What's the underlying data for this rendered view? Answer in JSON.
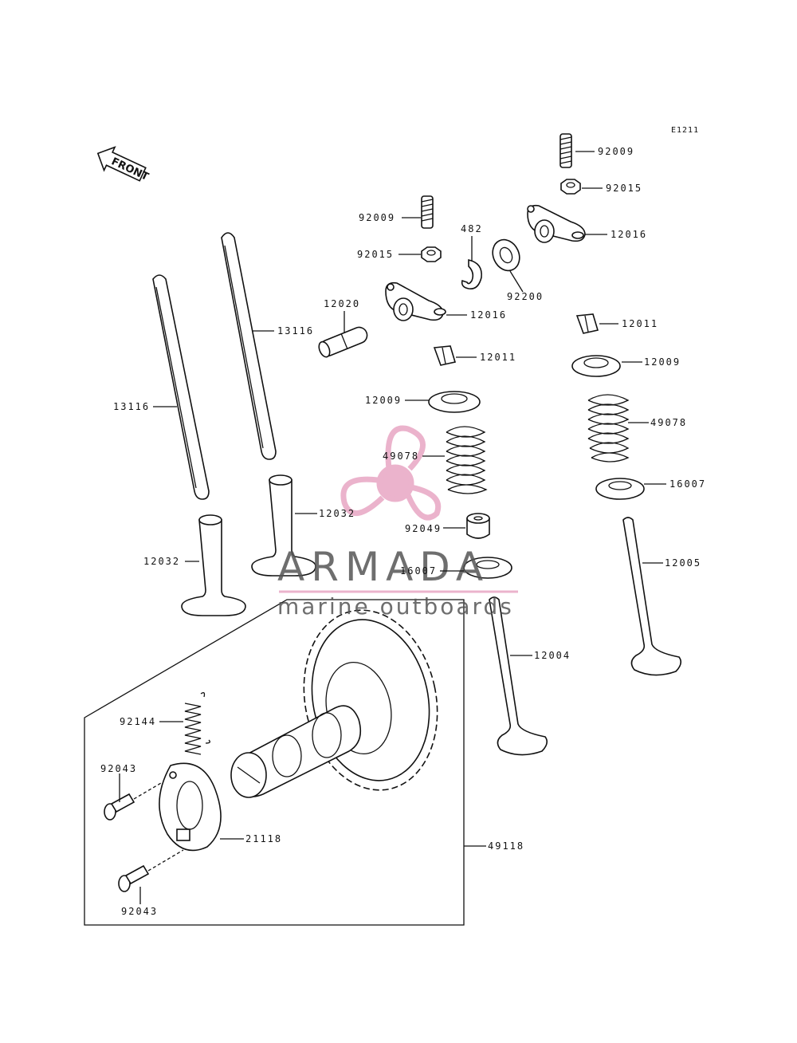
{
  "diagram_code": "E1211",
  "front_label": "FRONT",
  "watermark": {
    "title": "ARMADA",
    "subtitle": "marine outboards",
    "logo_icon": "propeller-icon",
    "accent_color": "#e8a6c4"
  },
  "callouts": [
    {
      "id": "c01",
      "part": "92009"
    },
    {
      "id": "c02",
      "part": "92015"
    },
    {
      "id": "c03",
      "part": "12016"
    },
    {
      "id": "c04",
      "part": "92009"
    },
    {
      "id": "c05",
      "part": "482"
    },
    {
      "id": "c06",
      "part": "92015"
    },
    {
      "id": "c07",
      "part": "92200"
    },
    {
      "id": "c08",
      "part": "12020"
    },
    {
      "id": "c09",
      "part": "12016"
    },
    {
      "id": "c10",
      "part": "13116"
    },
    {
      "id": "c11",
      "part": "12011"
    },
    {
      "id": "c12",
      "part": "12011"
    },
    {
      "id": "c13",
      "part": "12009"
    },
    {
      "id": "c14",
      "part": "12009"
    },
    {
      "id": "c15",
      "part": "13116"
    },
    {
      "id": "c16",
      "part": "49078"
    },
    {
      "id": "c17",
      "part": "49078"
    },
    {
      "id": "c18",
      "part": "16007"
    },
    {
      "id": "c19",
      "part": "12032"
    },
    {
      "id": "c20",
      "part": "92049"
    },
    {
      "id": "c21",
      "part": "12032"
    },
    {
      "id": "c22",
      "part": "12005"
    },
    {
      "id": "c23",
      "part": "16007"
    },
    {
      "id": "c24",
      "part": "12004"
    },
    {
      "id": "c25",
      "part": "92144"
    },
    {
      "id": "c26",
      "part": "92043"
    },
    {
      "id": "c27",
      "part": "21118"
    },
    {
      "id": "c28",
      "part": "49118"
    },
    {
      "id": "c29",
      "part": "92043"
    }
  ]
}
